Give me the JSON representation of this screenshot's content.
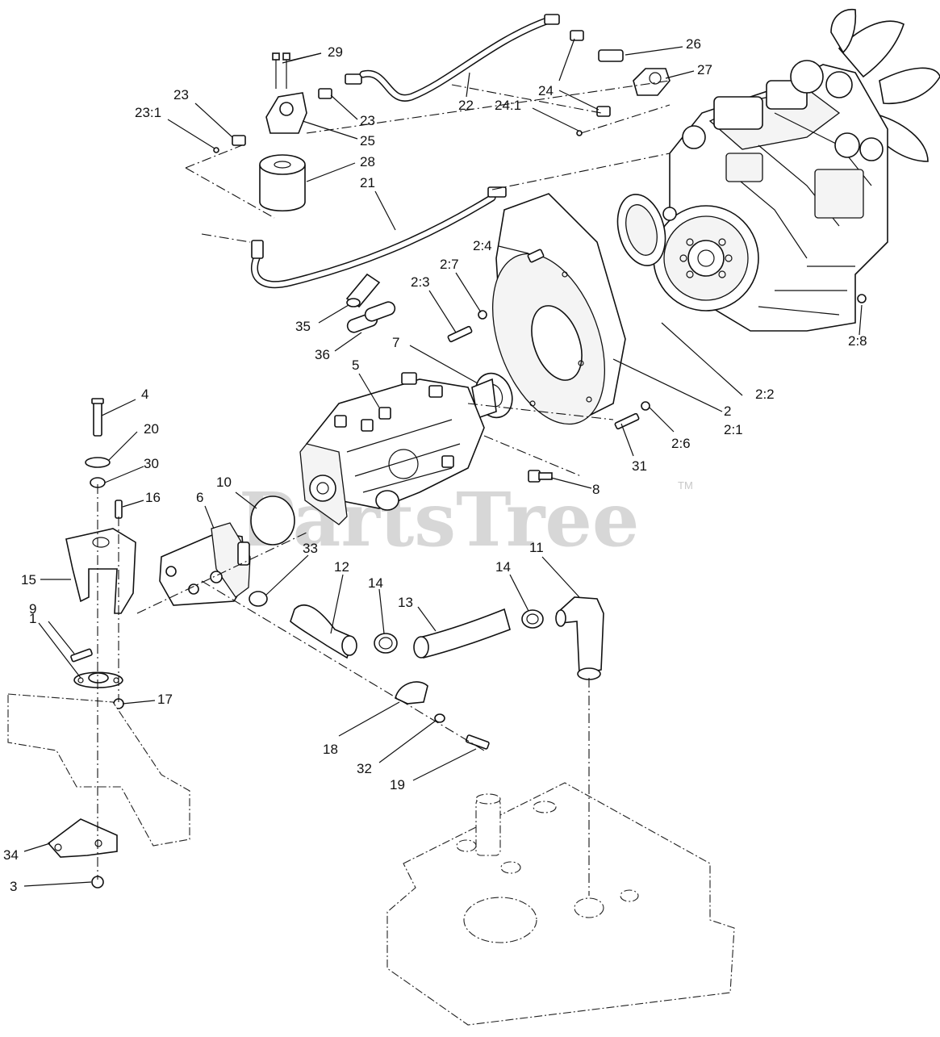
{
  "watermark": {
    "text": "PartsTree",
    "trademark": "TM"
  },
  "callouts": [
    {
      "id": "c29",
      "label": "29"
    },
    {
      "id": "c26",
      "label": "26"
    },
    {
      "id": "c27",
      "label": "27"
    },
    {
      "id": "c23a",
      "label": "23"
    },
    {
      "id": "c23-1",
      "label": "23:1"
    },
    {
      "id": "c23b",
      "label": "23"
    },
    {
      "id": "c25",
      "label": "25"
    },
    {
      "id": "c22",
      "label": "22"
    },
    {
      "id": "c24-1",
      "label": "24:1"
    },
    {
      "id": "c24",
      "label": "24"
    },
    {
      "id": "c28",
      "label": "28"
    },
    {
      "id": "c21",
      "label": "21"
    },
    {
      "id": "c2-4",
      "label": "2:4"
    },
    {
      "id": "c2-7",
      "label": "2:7"
    },
    {
      "id": "c2-3",
      "label": "2:3"
    },
    {
      "id": "c35",
      "label": "35"
    },
    {
      "id": "c36",
      "label": "36"
    },
    {
      "id": "c7",
      "label": "7"
    },
    {
      "id": "c5",
      "label": "5"
    },
    {
      "id": "c2-8",
      "label": "2:8"
    },
    {
      "id": "c2-2",
      "label": "2:2"
    },
    {
      "id": "c2",
      "label": "2"
    },
    {
      "id": "c2-1",
      "label": "2:1"
    },
    {
      "id": "c2-6",
      "label": "2:6"
    },
    {
      "id": "c31",
      "label": "31"
    },
    {
      "id": "c4",
      "label": "4"
    },
    {
      "id": "c20",
      "label": "20"
    },
    {
      "id": "c30",
      "label": "30"
    },
    {
      "id": "c16",
      "label": "16"
    },
    {
      "id": "c10",
      "label": "10"
    },
    {
      "id": "c6",
      "label": "6"
    },
    {
      "id": "c8",
      "label": "8"
    },
    {
      "id": "c15",
      "label": "15"
    },
    {
      "id": "c33",
      "label": "33"
    },
    {
      "id": "c12",
      "label": "12"
    },
    {
      "id": "c11",
      "label": "11"
    },
    {
      "id": "c14a",
      "label": "14"
    },
    {
      "id": "c14b",
      "label": "14"
    },
    {
      "id": "c13",
      "label": "13"
    },
    {
      "id": "c9",
      "label": "9"
    },
    {
      "id": "c1",
      "label": "1"
    },
    {
      "id": "c17",
      "label": "17"
    },
    {
      "id": "c18",
      "label": "18"
    },
    {
      "id": "c32",
      "label": "32"
    },
    {
      "id": "c19",
      "label": "19"
    },
    {
      "id": "c34",
      "label": "34"
    },
    {
      "id": "c3",
      "label": "3"
    }
  ]
}
